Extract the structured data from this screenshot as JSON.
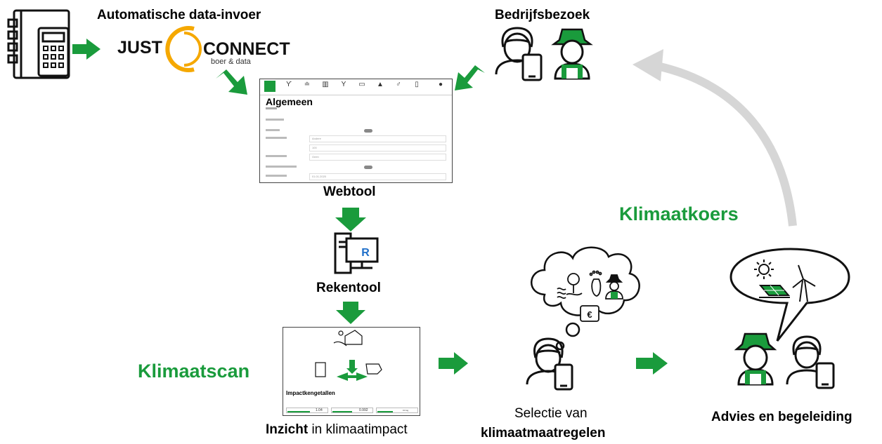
{
  "labels": {
    "auto_data": "Automatische data-invoer",
    "bedrijfsbezoek": "Bedrijfsbezoek",
    "webtool": "Webtool",
    "rekentool": "Rekentool",
    "klimaatscan": "Klimaatscan",
    "klimaatkoers": "Klimaatkoers",
    "inzicht_bold": "Inzicht",
    "inzicht_rest": " in klimaatimpact",
    "selectie_line1": "Selectie van",
    "selectie_line2": "klimaatmaatregelen",
    "advies": "Advies en begeleiding"
  },
  "logo": {
    "left": "JUST",
    "right": "CONNECT",
    "sub": "boer & data"
  },
  "webtool": {
    "title": "Algemeen",
    "field_andere": "Andere",
    "field_100": "100",
    "field_geen": "Geen",
    "field_date": "01.01.2020"
  },
  "klimaatscan_screen": {
    "title": "Impactkengetallen",
    "val1": "1.04",
    "val2": "0.992",
    "val3": "0.0 kg"
  },
  "rekentool_badge": "R",
  "euro_symbol": "€",
  "colors": {
    "green": "#1a9b3c",
    "orange": "#f5a800",
    "grey_arrow": "#d6d6d6",
    "dark": "#111111"
  }
}
